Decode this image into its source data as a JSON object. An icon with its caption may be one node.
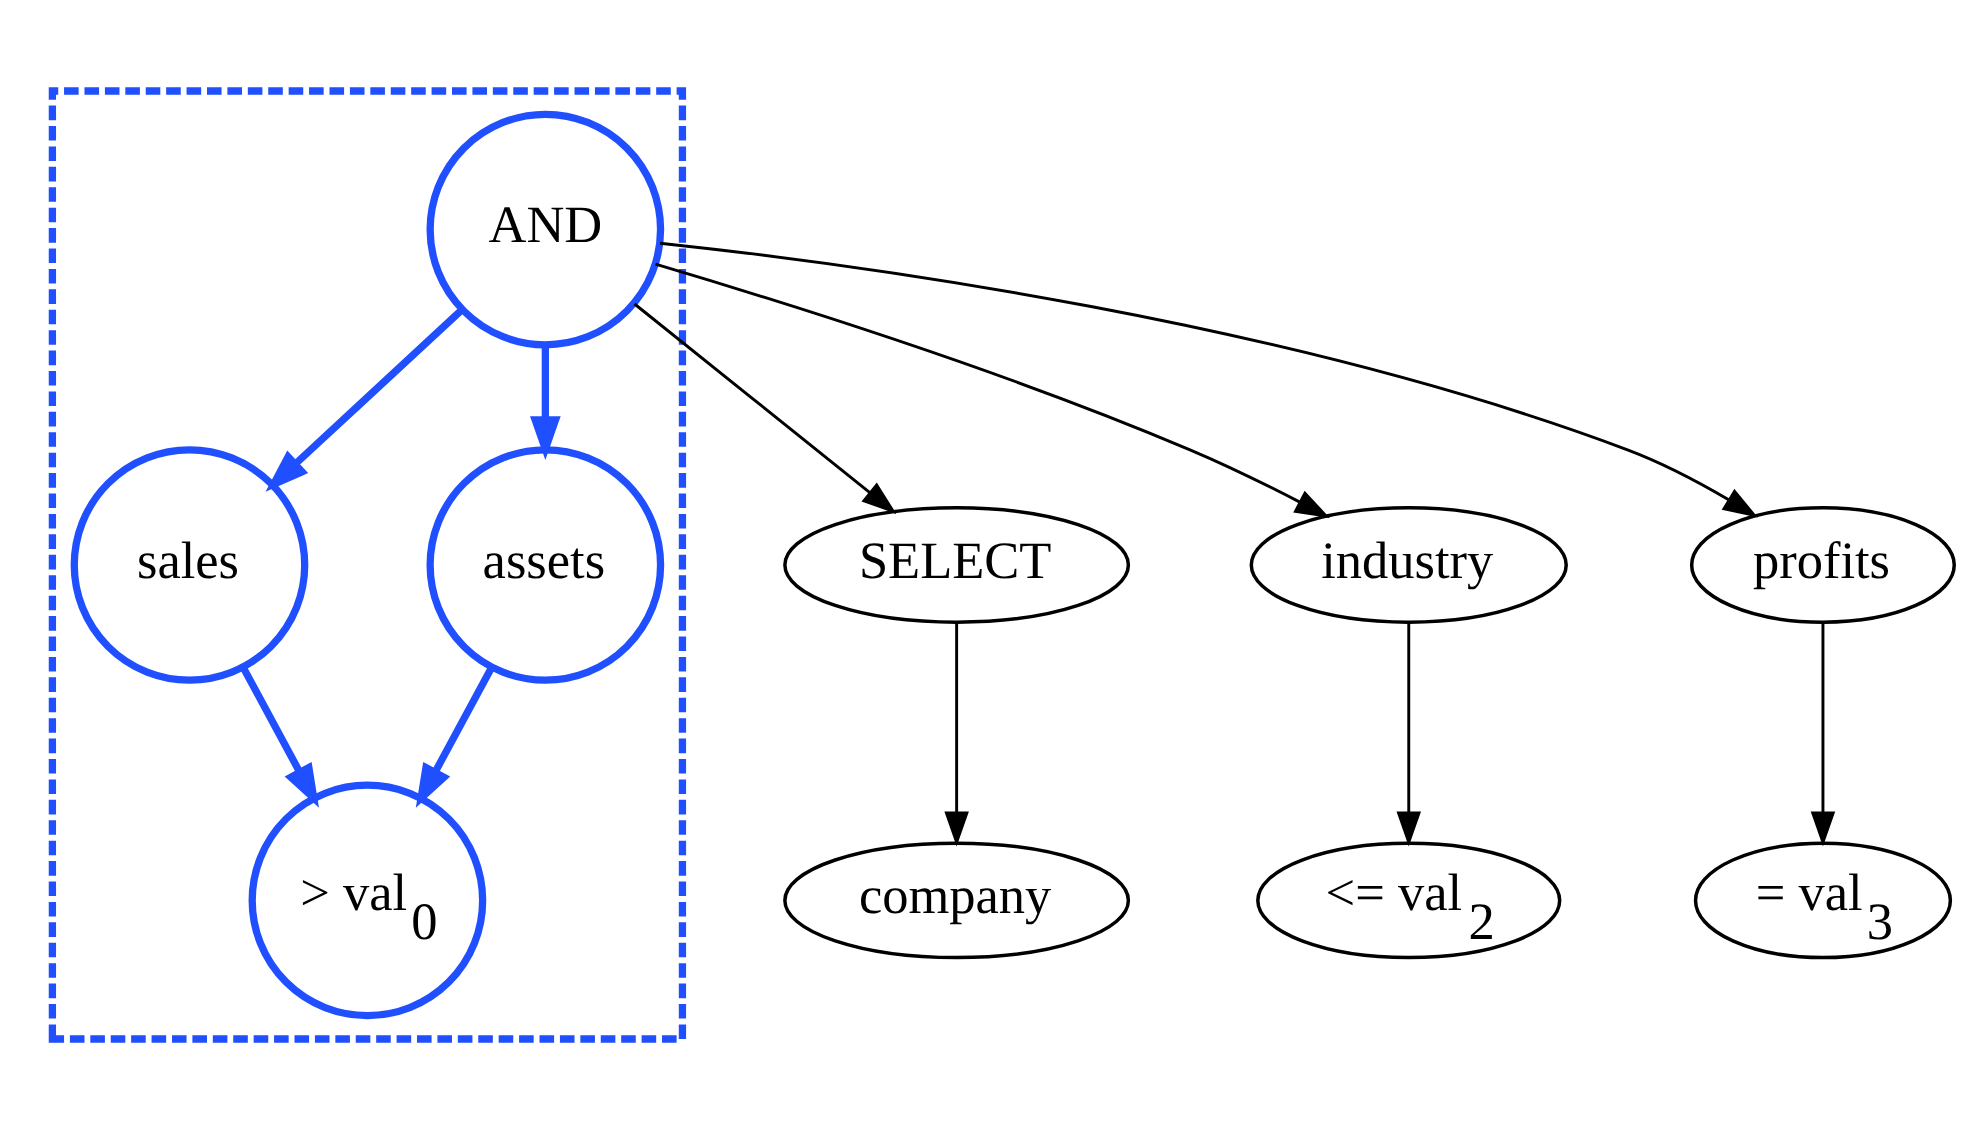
{
  "diagram": {
    "nodes": [
      {
        "text": [
          "company"
        ]
      },
      {
        "text": [],
        "shape": "parallelogram"
      },
      {
        "text": [
          "sales"
        ],
        "in": 1
      },
      {
        "text": [
          "> val$_{0}$"
        ],
        "in": 1
      },
      {
        "text": [
          "SELECT"
        ]
      },
      {
        "text": [
          "AND"
        ],
        "in": 1
      },
      {
        "text": [
          "assets"
        ],
        "in": 1
      },
      {
        "text": [
          "<= val$_{2}$"
        ]
      },
      {
        "text": [
          "industry"
        ]
      },
      {
        "text": [
          "profits"
        ]
      },
      {
        "text": [
          "= val$_{3}$"
        ]
      }
    ],
    "edges": [
      {
        "from": 4,
        "to": 0,
        "arrow": "to"
      },
      {
        "from": 5,
        "to": 4,
        "arrow": "to"
      },
      {
        "from": 5,
        "to": 2,
        "arrow": "to",
        "style": "thick",
        "color": "#1f4fff"
      },
      {
        "from": 2,
        "to": 3,
        "arrow": "to",
        "style": "thick",
        "color": "#1f4fff"
      },
      {
        "from": 5,
        "to": 6,
        "arrow": "to",
        "style": "thick",
        "color": "#1f4fff"
      },
      {
        "from": 6,
        "to": 3,
        "arrow": "to",
        "style": "thick",
        "color": "#1f4fff"
      },
      {
        "from": 5,
        "to": 8,
        "arrow": "to"
      },
      {
        "from": 5,
        "to": 9,
        "arrow": "to"
      },
      {
        "from": 8,
        "to": 7,
        "arrow": "to"
      },
      {
        "from": 9,
        "to": 10,
        "arrow": "to"
      }
    ]
  }
}
